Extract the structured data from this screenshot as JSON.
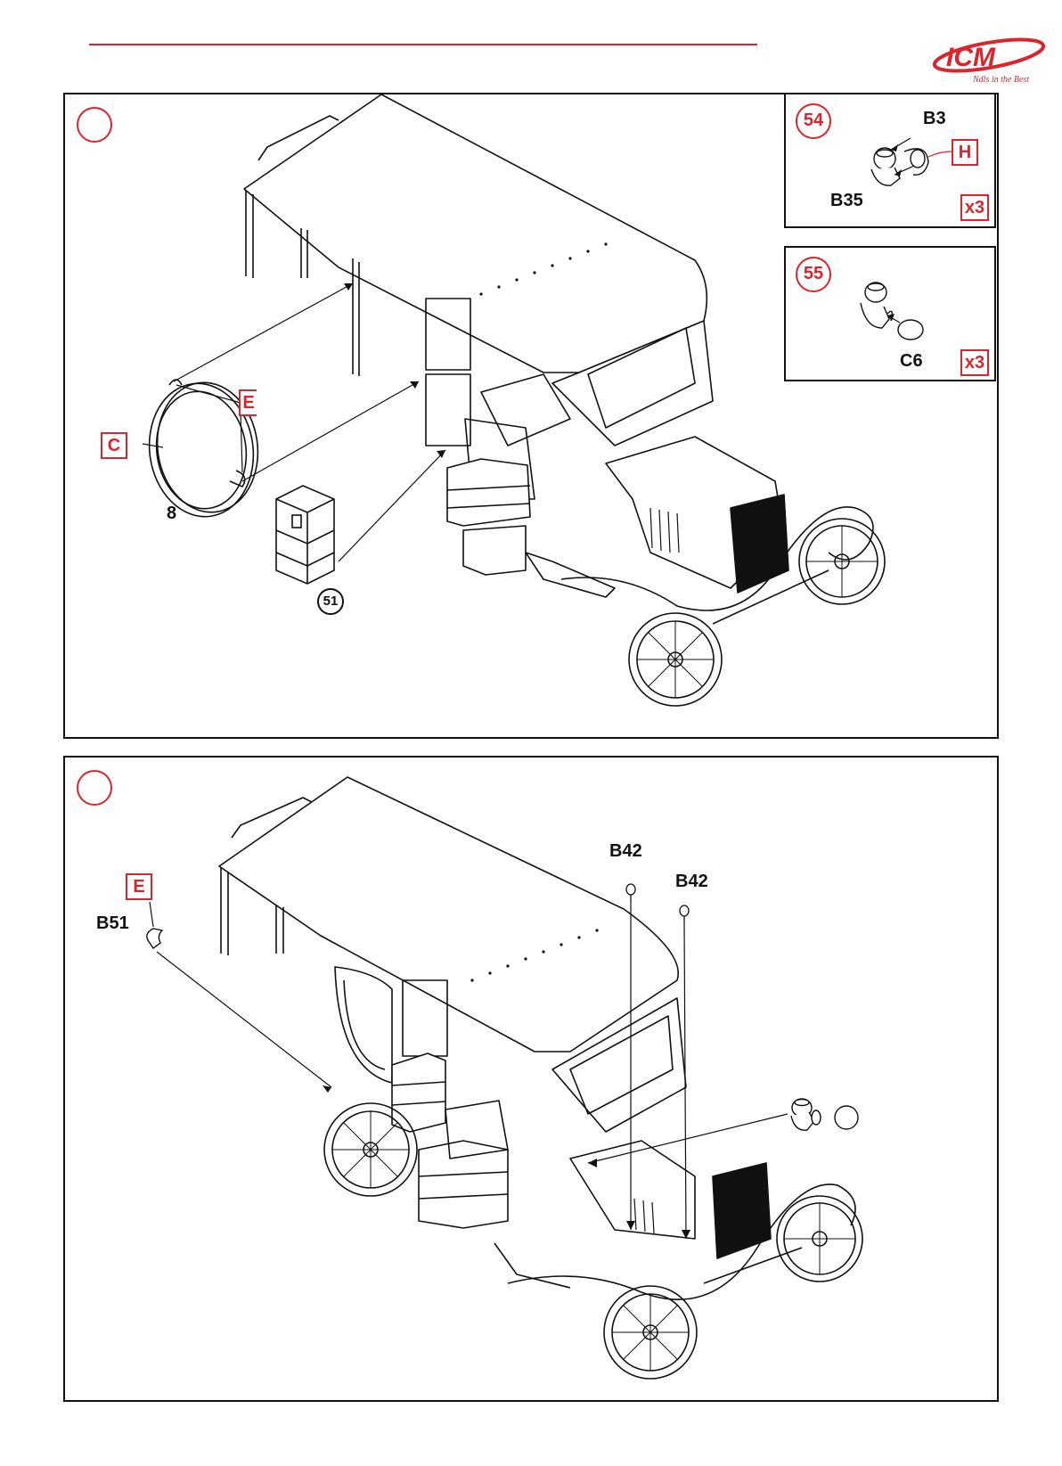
{
  "brand": {
    "logo_text": "ICM",
    "tagline": "Ndls in the Best",
    "accent_color": "#d9262c"
  },
  "step_top": {
    "labels": {
      "part_c": "C",
      "part_e": "E",
      "wheel_ref": "8",
      "box_ref": "51"
    },
    "sub_step_54": {
      "number": "54",
      "part_b3": "B3",
      "part_b35": "B35",
      "sprue_h": "H",
      "multiplier": "x3"
    },
    "sub_step_55": {
      "number": "55",
      "part_c6": "C6",
      "multiplier": "x3"
    }
  },
  "step_bottom": {
    "labels": {
      "part_e": "E",
      "part_b51": "B51",
      "part_b42_left": "B42",
      "part_b42_right": "B42"
    }
  }
}
